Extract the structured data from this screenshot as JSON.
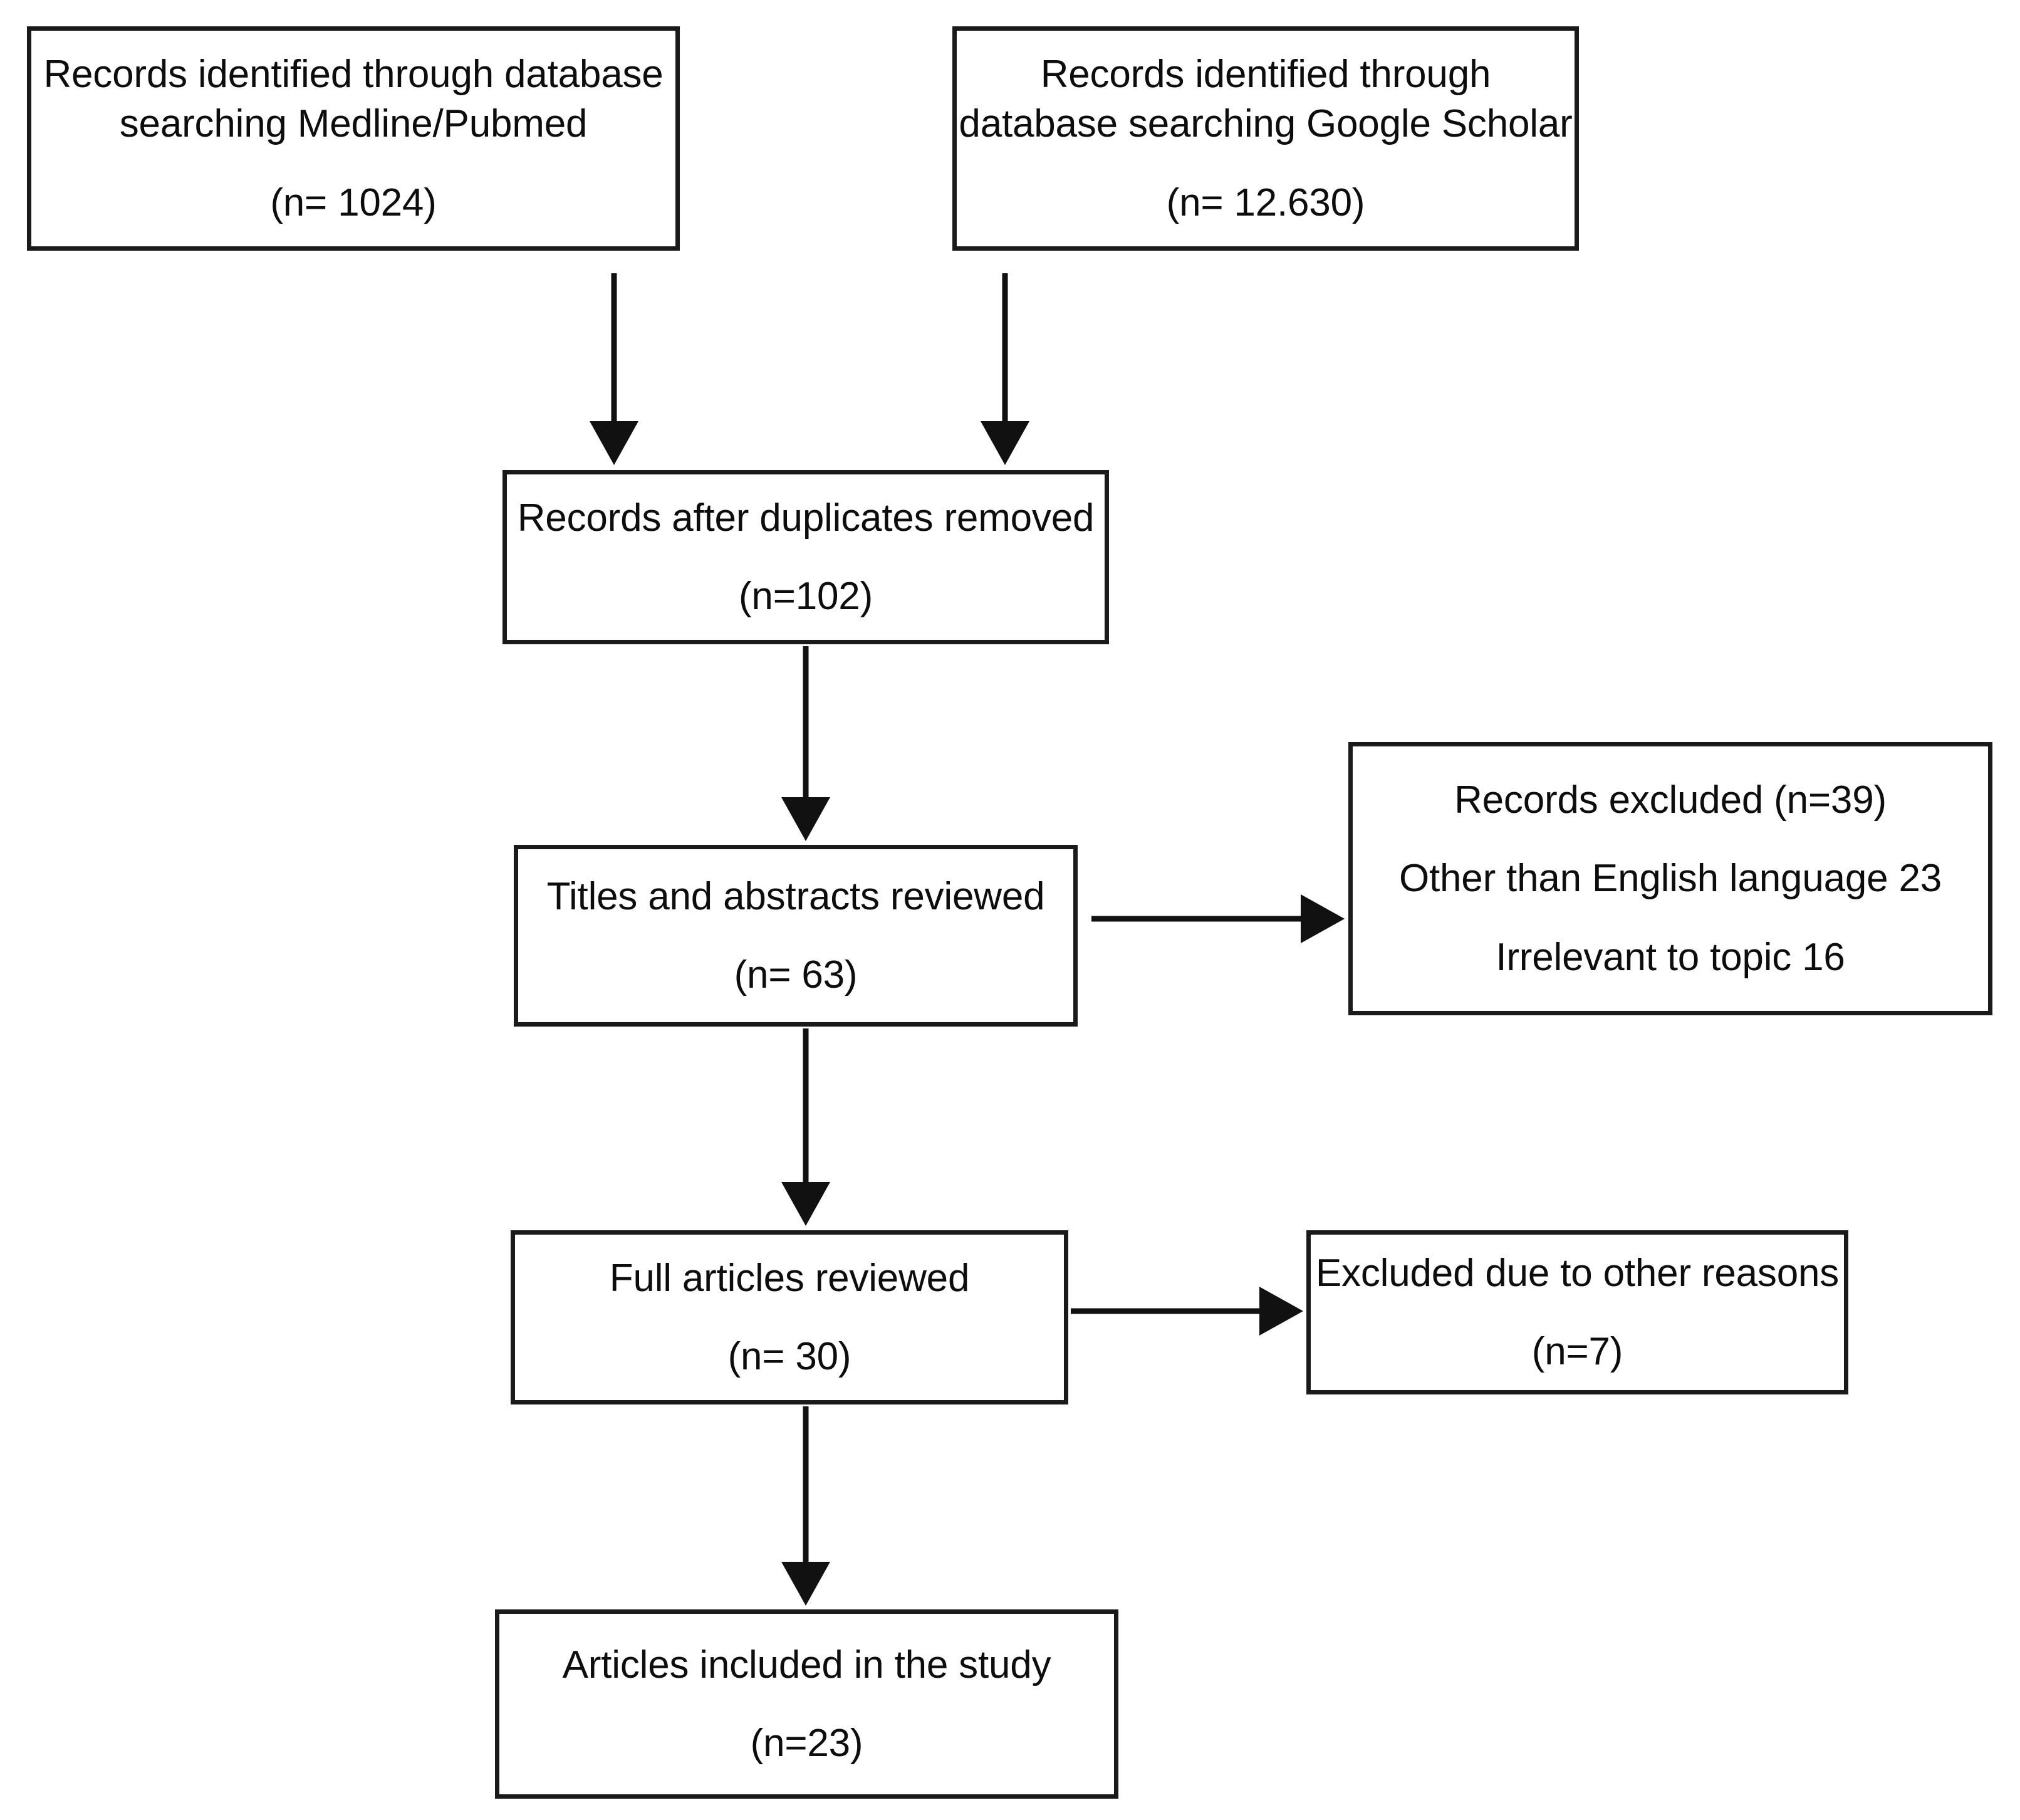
{
  "diagram": {
    "type": "prisma-flow-diagram",
    "title": "",
    "nodes": [
      {
        "id": "medline",
        "lines": [
          "Records identified through database",
          "searching Medline/Pubmed",
          "(n= 1024)"
        ],
        "count": 1024
      },
      {
        "id": "scholar",
        "lines": [
          "Records identified through",
          "database searching Google Scholar",
          "(n= 12.630)"
        ],
        "count": 12630
      },
      {
        "id": "dedup",
        "lines": [
          "Records after duplicates removed",
          "(n=102)"
        ],
        "count": 102
      },
      {
        "id": "titles",
        "lines": [
          "Titles and abstracts reviewed",
          "(n= 63)"
        ],
        "count": 63
      },
      {
        "id": "excluded",
        "lines": [
          "Records excluded (n=39)",
          "Other than English language 23",
          "Irrelevant to topic 16"
        ],
        "count": 39
      },
      {
        "id": "fulltext",
        "lines": [
          "Full articles reviewed",
          "(n= 30)"
        ],
        "count": 30
      },
      {
        "id": "other_excluded",
        "lines": [
          "Excluded due to other reasons",
          "(n=7)"
        ],
        "count": 7
      },
      {
        "id": "included",
        "lines": [
          "Articles included in the study",
          "(n=23)"
        ],
        "count": 23
      }
    ],
    "edges": [
      {
        "from": "medline",
        "to": "dedup",
        "direction": "down"
      },
      {
        "from": "scholar",
        "to": "dedup",
        "direction": "down"
      },
      {
        "from": "dedup",
        "to": "titles",
        "direction": "down"
      },
      {
        "from": "titles",
        "to": "excluded",
        "direction": "right"
      },
      {
        "from": "titles",
        "to": "fulltext",
        "direction": "down"
      },
      {
        "from": "fulltext",
        "to": "other_excluded",
        "direction": "right"
      },
      {
        "from": "fulltext",
        "to": "included",
        "direction": "down"
      }
    ],
    "colors": {
      "background": "#ffffff",
      "border": "#1a1a1a",
      "text": "#0d0d0d",
      "connector": "#111111"
    }
  },
  "node_medline": {
    "line1": "Records identified through database",
    "line2": "searching Medline/Pubmed",
    "line3": "(n= 1024)"
  },
  "node_scholar": {
    "line1": "Records identified through",
    "line2": "database searching Google Scholar",
    "line3": "(n= 12.630)"
  },
  "node_dedup": {
    "line1": "Records after duplicates removed",
    "line2": "(n=102)"
  },
  "node_titles": {
    "line1": "Titles and abstracts reviewed",
    "line2": "(n= 63)"
  },
  "node_excluded": {
    "line1": "Records excluded (n=39)",
    "line2": "Other than English language 23",
    "line3": "Irrelevant to topic 16"
  },
  "node_fulltext": {
    "line1": "Full articles reviewed",
    "line2": "(n= 30)"
  },
  "node_other_excluded": {
    "line1": "Excluded due to other reasons",
    "line2": "(n=7)"
  },
  "node_included": {
    "line1": "Articles included in the study",
    "line2": "(n=23)"
  }
}
